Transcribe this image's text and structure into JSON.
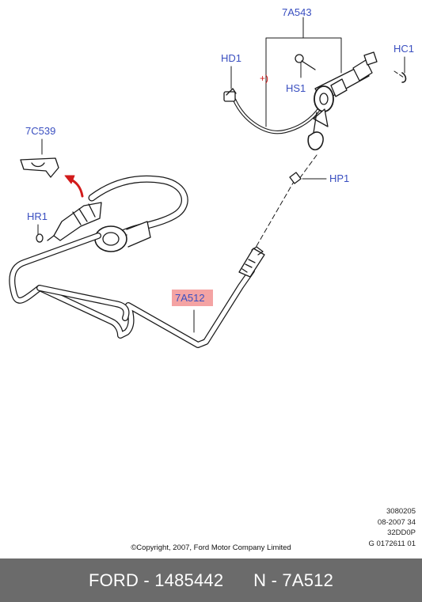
{
  "callouts": {
    "c7A543": "7A543",
    "cHD1": "HD1",
    "cHC1": "HC1",
    "cHS1": "HS1",
    "c7C539": "7C539",
    "cHP1": "HP1",
    "cHR1": "HR1",
    "c7A512": "7A512",
    "plus": "+)"
  },
  "highlight_color": "#f4a3a3",
  "meta": {
    "line1": "3080205",
    "line2": "08-2007 34",
    "line3": "32DD0P",
    "line4": "G 0172611 01"
  },
  "copyright": "©Copyright, 2007, Ford Motor Company Limited",
  "footer": {
    "brand_part": "FORD - 1485442",
    "ref": "N - 7A512"
  }
}
